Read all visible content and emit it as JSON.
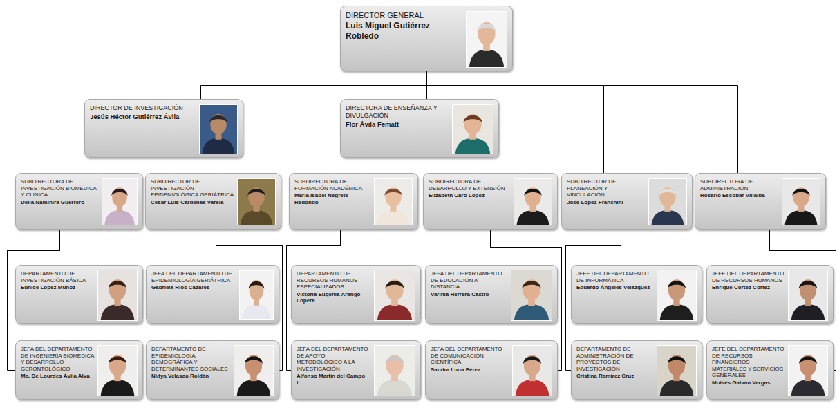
{
  "diagram": {
    "nodes": [
      {
        "text": [
          "DIRECTOR GENERAL",
          "Luis Miguel Gutiérrez Robledo"
        ]
      },
      {
        "text": [
          "DIRECTOR DE INVESTIGACIÓN",
          "Jesús Héctor Gutiérrez Ávila"
        ]
      },
      {
        "text": [
          "DIRECTORA DE ENSEÑANZA Y DIVULGACIÓN",
          "Flor Ávila Fematt"
        ]
      },
      {
        "text": [
          "SUBDIRECTORA DE INVESTIGACIÓN BIOMÉDICA Y CLINICA",
          "Delia Namihira Guerrero"
        ]
      },
      {
        "text": [
          "SUBDIRECTOR DE INVESTIGACIÓN EPIDEMIOLÓGICA GERIÁTRICA",
          "César Luis Cárdenas Varela"
        ]
      },
      {
        "text": [
          "SUBDIRECTORA DE FORMACIÓN ACADÉMICA",
          "María Isabel Negrete Redondo"
        ]
      },
      {
        "text": [
          "SUBDIRECTORA DE DESARROLLO Y EXTENSIÓN",
          "Elizabeth Caro López"
        ]
      },
      {
        "text": [
          "SUBDIRECTOR DE PLANEACIÓN Y VINCULACIÓN",
          "José López Franchini"
        ]
      },
      {
        "text": [
          "SUBDIRECTORA DE ADMINISTRACIÓN",
          "Rosario Escobar Villalba"
        ]
      },
      {
        "text": [
          "DEPARTAMENTO DE INVESTIGACIÓN BÁSICA",
          "Eunice López Muñoz"
        ]
      },
      {
        "text": [
          "JEFA DEL DEPARTAMENTO DE EPIDEMIOLOGÍA GERIÁTRICA",
          "Gabriela Ríos Cázares"
        ]
      },
      {
        "text": [
          "DEPARTAMENTO DE RECURSOS HUMANOS ESPECIALIZADOS",
          "Victoria Eugenia Arango Lopera"
        ]
      },
      {
        "text": [
          "JEFA DEL DEPARTAMENTO DE EDUCACIÓN A DISTANCIA",
          "Varinia Herrera Castro"
        ]
      },
      {
        "text": [
          "JEFE DEL DEPARTAMENTO DE INFORMÁTICA",
          "Eduardo Ángeles Velázquez"
        ]
      },
      {
        "text": [
          "JEFE DEL DEPARTAMENTO DE RECURSOS HUMANOS",
          "Enrique Cortez Cortez"
        ]
      },
      {
        "text": [
          "JEFA DEL DEPARTAMENTO DE INGENIERÍA BIOMÉDICA Y DESARROLLO GERONTOLÓGICO",
          "Ma. De Lourdes Ávila Alva"
        ]
      },
      {
        "text": [
          "DEPARTAMENTO DE EPIDEMIOLOGÍA DEMOGRÁFICA Y DETERMINANTES SOCIALES",
          "Nidya Velasco Roldán"
        ]
      },
      {
        "text": [
          "JEFA DEL DEPARTAMENTO DE APOYO METODOLÓGICO A LA INVESTIGACIÓN",
          "Alfonso Martín del Campo L."
        ]
      },
      {
        "text": [
          "JEFA DEL DEPARTAMENTO DE COMUNICACIÓN CIENTÍFICA",
          "Sandra Luna Pérez"
        ]
      },
      {
        "text": [
          "DEPARTAMENTO DE ADMINISTRACIÓN DE PROYECTOS DE INVESTIGACIÓN",
          "Cristina Ramírez Cruz"
        ]
      },
      {
        "text": [
          "JEFE DEL DEPARTAMENTO DE RECURSOS FINANCIEROS MATERIALES Y SERVICIOS GENERALES",
          "Moisés Galván Vargas"
        ]
      }
    ],
    "edges": [
      {
        "from": 0,
        "to": 1,
        "arrow": "none"
      },
      {
        "from": 0,
        "to": 2,
        "arrow": "none"
      },
      {
        "from": 0,
        "to": 7,
        "arrow": "none"
      },
      {
        "from": 0,
        "to": 8,
        "arrow": "none"
      },
      {
        "from": 3,
        "to": 9,
        "arrow": "none"
      },
      {
        "from": 3,
        "to": 15,
        "arrow": "none"
      },
      {
        "from": 4,
        "to": 10,
        "arrow": "none"
      },
      {
        "from": 4,
        "to": 16,
        "arrow": "none"
      },
      {
        "from": 5,
        "to": 11,
        "arrow": "none"
      },
      {
        "from": 5,
        "to": 17,
        "arrow": "none"
      },
      {
        "from": 6,
        "to": 12,
        "arrow": "none"
      },
      {
        "from": 6,
        "to": 18,
        "arrow": "none"
      },
      {
        "from": 7,
        "to": 13,
        "arrow": "none"
      },
      {
        "from": 7,
        "to": 19,
        "arrow": "none"
      },
      {
        "from": 8,
        "to": 14,
        "arrow": "none"
      },
      {
        "from": 8,
        "to": 20,
        "arrow": "none"
      }
    ]
  }
}
